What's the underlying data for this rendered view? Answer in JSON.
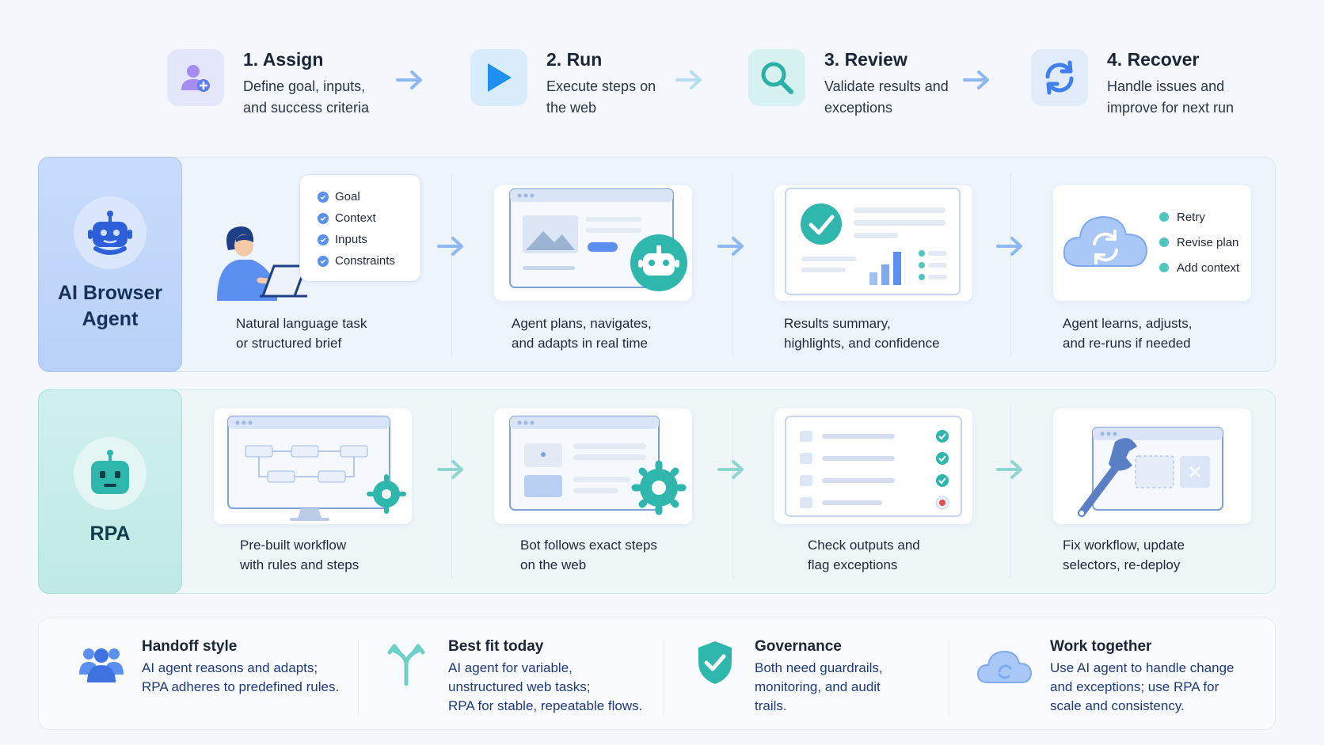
{
  "steps": [
    {
      "title": "1. Assign",
      "desc_line1": "Define goal, inputs,",
      "desc_line2": "and success criteria",
      "icon": "user-plus-icon"
    },
    {
      "title": "2. Run",
      "desc_line1": "Execute steps on",
      "desc_line2": "the web",
      "icon": "play-icon"
    },
    {
      "title": "3. Review",
      "desc_line1": "Validate results and",
      "desc_line2": "exceptions",
      "icon": "magnifier-icon"
    },
    {
      "title": "4. Recover",
      "desc_line1": "Handle issues and",
      "desc_line2": "improve for next run",
      "icon": "refresh-icon"
    }
  ],
  "ai_row": {
    "label_line1": "AI Browser",
    "label_line2": "Agent",
    "bubble_items": [
      "Goal",
      "Context",
      "Inputs",
      "Constraints"
    ],
    "recover_items": [
      "Retry",
      "Revise plan",
      "Add context"
    ],
    "captions": [
      {
        "line1": "Natural language task",
        "line2": "or structured brief"
      },
      {
        "line1": "Agent plans, navigates,",
        "line2": "and adapts in real time"
      },
      {
        "line1": "Results summary,",
        "line2": "highlights, and confidence"
      },
      {
        "line1": "Agent learns, adjusts,",
        "line2": "and re-runs if needed"
      }
    ]
  },
  "rpa_row": {
    "label": "RPA",
    "captions": [
      {
        "line1": "Pre-built workflow",
        "line2": "with rules and steps"
      },
      {
        "line1": "Bot follows exact steps",
        "line2": "on the web"
      },
      {
        "line1": "Check outputs and",
        "line2": "flag exceptions"
      },
      {
        "line1": "Fix workflow, update",
        "line2": "selectors, re-deploy"
      }
    ]
  },
  "bottom": [
    {
      "title": "Handoff style",
      "lines": [
        "AI agent reasons and adapts;",
        "RPA adheres to predefined rules."
      ],
      "icon": "users-icon"
    },
    {
      "title": "Best fit today",
      "lines": [
        "AI agent for variable,",
        "unstructured web tasks;",
        "RPA for stable, repeatable flows."
      ],
      "icon": "fork-arrow-icon"
    },
    {
      "title": "Governance",
      "lines": [
        "Both need guardrails,",
        "monitoring, and audit",
        "trails."
      ],
      "icon": "shield-check-icon"
    },
    {
      "title": "Work together",
      "lines": [
        "Use AI agent to handle change",
        "and exceptions; use RPA for",
        "scale and consistency."
      ],
      "icon": "cloud-sync-icon"
    }
  ],
  "colors": {
    "blue_accent": "#5b8ff0",
    "teal_accent": "#3fbfb5",
    "arrow_blue": "#8fb8f2",
    "arrow_teal": "#8fd6d2"
  }
}
